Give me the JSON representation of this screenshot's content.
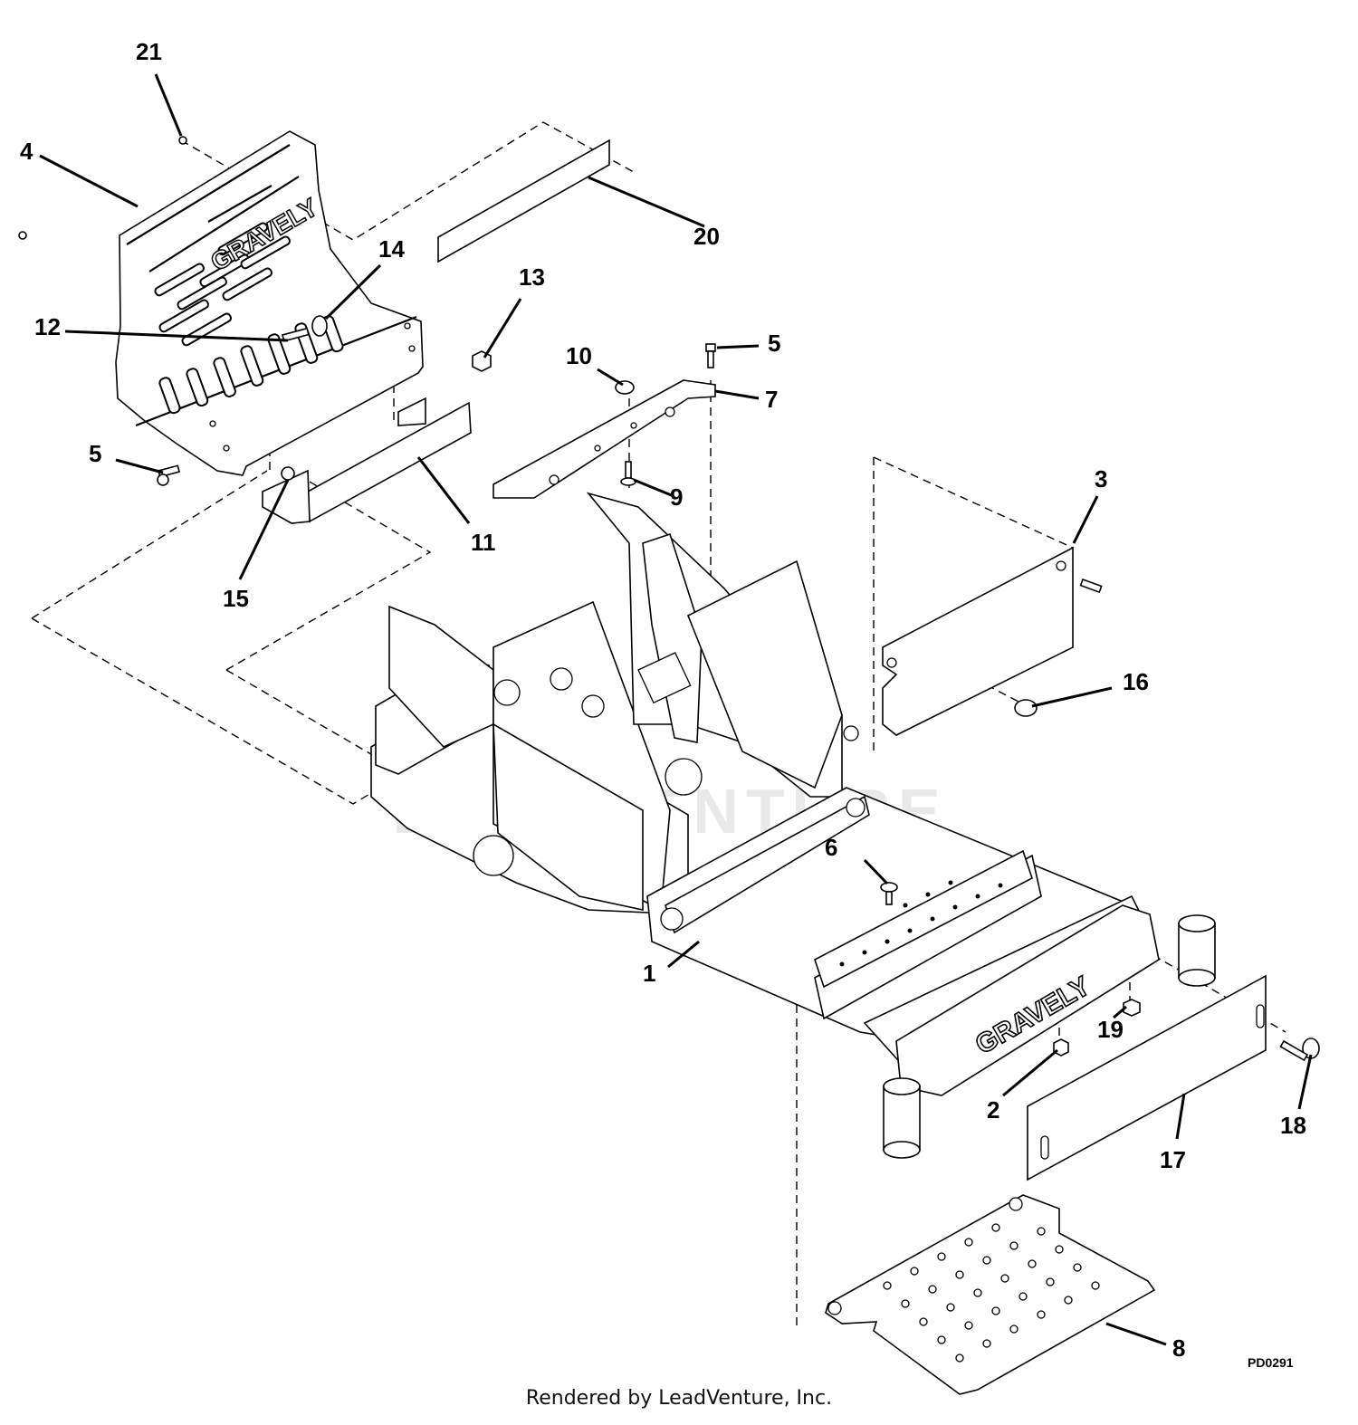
{
  "diagram": {
    "callouts": [
      "1",
      "2",
      "3",
      "4",
      "5",
      "5",
      "6",
      "7",
      "8",
      "9",
      "10",
      "11",
      "12",
      "13",
      "14",
      "15",
      "16",
      "17",
      "18",
      "19",
      "20",
      "21"
    ],
    "drawing_code": "PD0291",
    "grille_logo": "GRAVELY",
    "frame_logo": "GRAVELY",
    "watermark": "LEADVENTURE"
  },
  "footer": {
    "text": "Rendered by LeadVenture, Inc."
  }
}
